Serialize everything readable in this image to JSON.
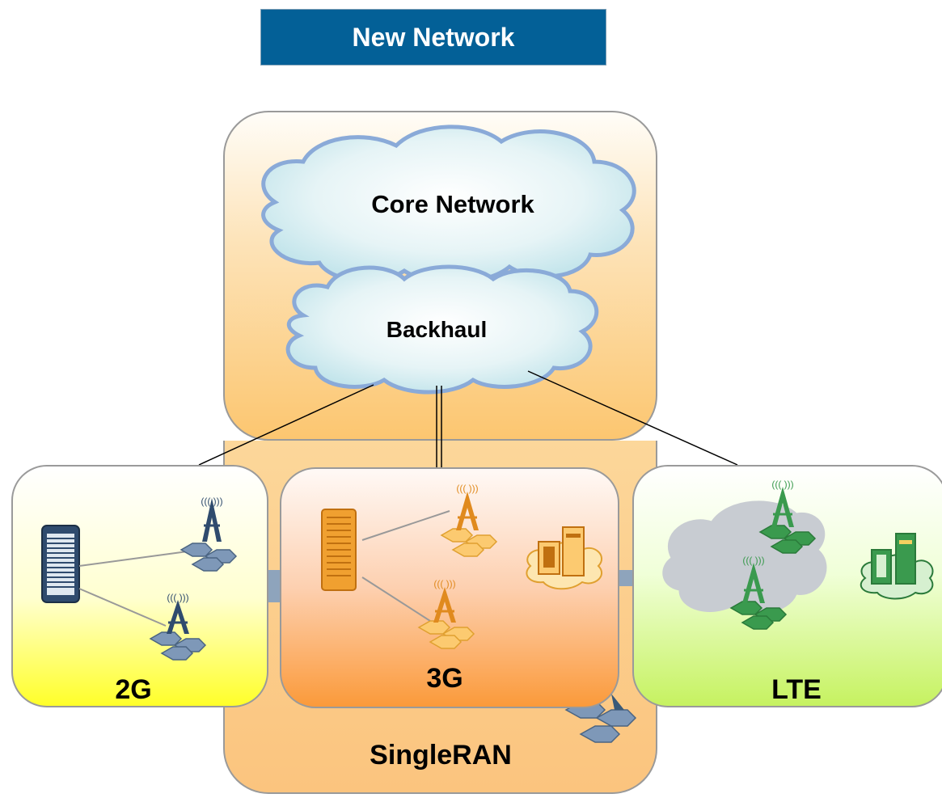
{
  "title": "New Network",
  "clouds": {
    "core": "Core Network",
    "backhaul": "Backhaul"
  },
  "panels": {
    "g2": "2G",
    "g3": "3G",
    "lte": "LTE",
    "singleran": "SingleRAN"
  },
  "icons": {
    "tower": "radio-tower-icon",
    "server": "server-rack-icon",
    "workstation": "workstation-icon"
  },
  "colors": {
    "title_bg": "#036097",
    "g2_tower": "#3a5a78",
    "g3_tower": "#e08a1e",
    "lte_tower": "#3a9a4e",
    "cloud_fill": "#cfeaf0",
    "cloud_edge": "#8aaad8"
  }
}
